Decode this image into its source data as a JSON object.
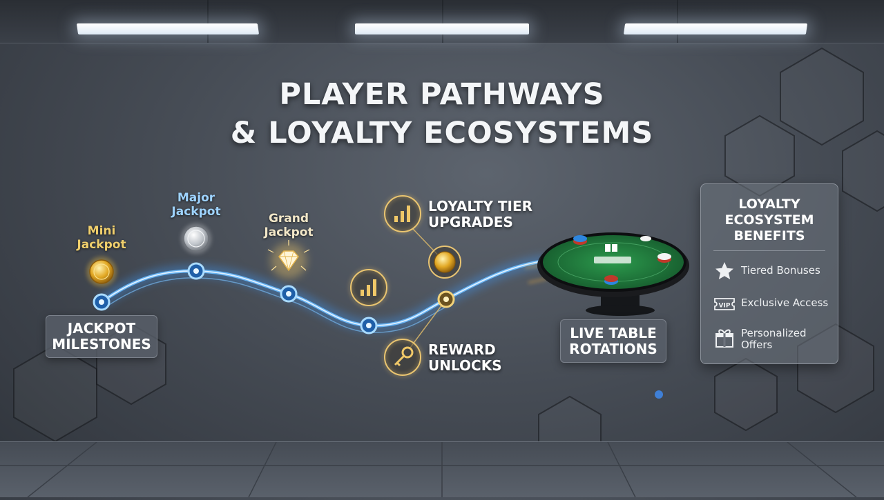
{
  "title": {
    "line1": "PLAYER PATHWAYS",
    "line2": "& LOYALTY ECOSYSTEMS"
  },
  "jackpots": {
    "mini": {
      "line1": "Mini",
      "line2": "Jackpot"
    },
    "major": {
      "line1": "Major",
      "line2": "Jackpot"
    },
    "grand": {
      "line1": "Grand",
      "line2": "Jackpot"
    }
  },
  "milestones": {
    "line1": "JACKPOT",
    "line2": "MILESTONES"
  },
  "loyalty_tier": {
    "line1": "LOYALTY TIER",
    "line2": "UPGRADES"
  },
  "reward": {
    "line1": "REWARD",
    "line2": "UNLOCKS"
  },
  "live_table": {
    "line1": "LIVE TABLE",
    "line2": "ROTATIONS"
  },
  "benefits_panel": {
    "title_line1": "LOYALTY",
    "title_line2": "ECOSYSTEM",
    "title_line3": "BENEFITS",
    "items": [
      {
        "icon": "star-icon",
        "label_line1": "Tiered Bonuses",
        "label_line2": ""
      },
      {
        "icon": "vip-icon",
        "label_line1": "Exclusive Access",
        "label_line2": ""
      },
      {
        "icon": "gift-icon",
        "label_line1": "Personalized",
        "label_line2": "Offers"
      }
    ],
    "vip_badge": "VIP"
  },
  "colors": {
    "path_glow": "#5fb4ff",
    "gold_accent": "#f0cf6c",
    "felt_green": "#1f7a3c",
    "pager_dot": "#3f7fd6"
  }
}
